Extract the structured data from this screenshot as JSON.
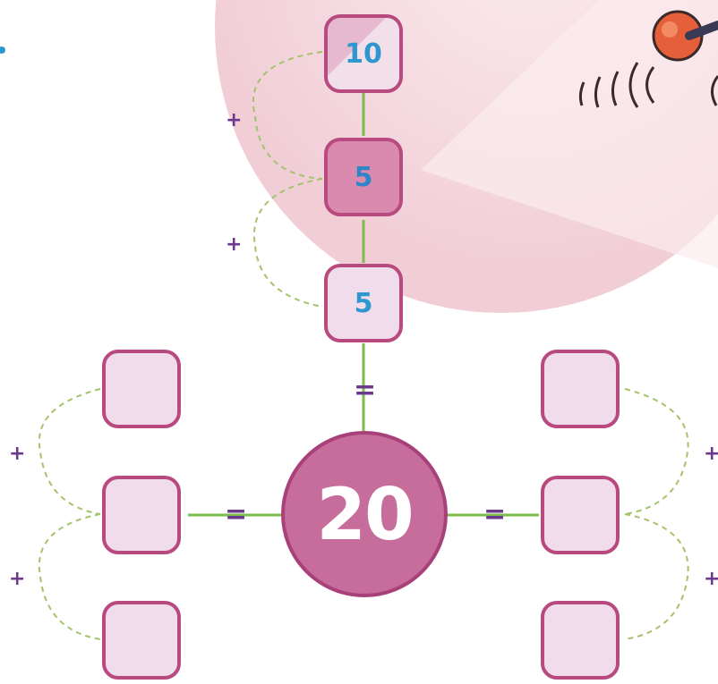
{
  "center": {
    "value": "20"
  },
  "top_column": [
    {
      "value": "10"
    },
    {
      "value": "5"
    },
    {
      "value": "5"
    }
  ],
  "left_column": [
    {
      "value": ""
    },
    {
      "value": ""
    },
    {
      "value": ""
    }
  ],
  "right_column": [
    {
      "value": ""
    },
    {
      "value": ""
    },
    {
      "value": ""
    }
  ],
  "symbols": {
    "plus": "+",
    "equals": "="
  },
  "colors": {
    "box_border": "#b84a80",
    "box_fill": "#f0dcea",
    "box_highlight": "#d98aae",
    "number_blue": "#2f97d0",
    "center_fill": "#c66d9c",
    "symbol_purple": "#6b3a8c",
    "connector_green": "#7dbb4b",
    "background_circle": "#f5dde3"
  }
}
